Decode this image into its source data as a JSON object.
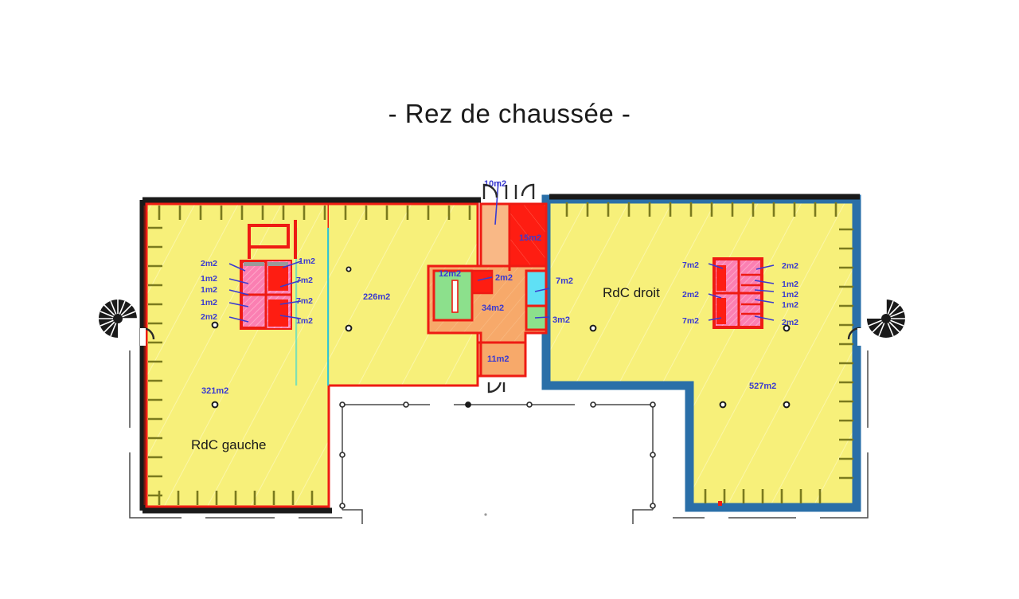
{
  "document": {
    "title": "- Rez de chaussée -"
  },
  "colors": {
    "floor_yellow": "#f7f07a",
    "core_orange": "#f7a96a",
    "hot_red": "#fe1d12",
    "wall_red": "#ee1b13",
    "pink_stair": "#fb7fb2",
    "green": "#8ce08c",
    "cyan": "#5fe0f5",
    "blue_outline": "#2a6fa8",
    "label_blue": "#3a3ad0",
    "wall_black": "#1a1a1a",
    "tick_olive": "#7a7a1e"
  },
  "zones": [
    {
      "id": "rdc-gauche",
      "name": "RdC gauche",
      "area": "321m2"
    },
    {
      "id": "rdc-droit",
      "name": "RdC droit",
      "area": "527m2"
    },
    {
      "id": "rdc-centre",
      "name": "",
      "area": "226m2"
    }
  ],
  "zone_names": {
    "gauche": "RdC gauche",
    "droit": "RdC droit"
  },
  "areas": {
    "gauche_main": "321m2",
    "centre_main": "226m2",
    "droit_main": "527m2",
    "core_circulation": "34m2",
    "core_entry": "11m2",
    "core_green": "12m2",
    "core_small": "2m2",
    "core_vestibule": "10m2",
    "core_red": "15m2",
    "wc_cyan": "7m2",
    "wc_green": "3m2"
  },
  "left_stair_labels": {
    "left": [
      "2m2",
      "1m2",
      "1m2",
      "1m2",
      "2m2"
    ],
    "right": [
      "1m2",
      "7m2",
      "7m2",
      "1m2"
    ]
  },
  "right_stair_labels": {
    "left": [
      "7m2",
      "2m2",
      "7m2"
    ],
    "right": [
      "2m2",
      "1m2",
      "1m2",
      "1m2",
      "2m2"
    ]
  },
  "icons": {
    "spiral_stair_left": "spiral-staircase-icon",
    "spiral_stair_right": "spiral-staircase-icon",
    "door_top": "door-swing-icon",
    "door_bottom": "door-swing-icon"
  }
}
